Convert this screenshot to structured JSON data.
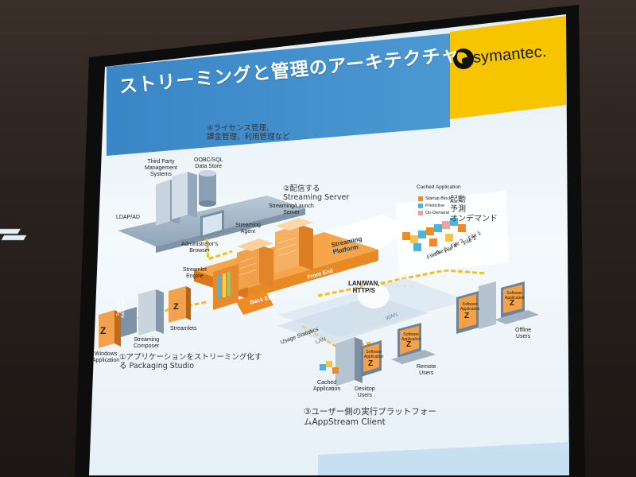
{
  "slide": {
    "title": "ストリーミングと管理のアーキテクチャ",
    "brand": "symantec."
  },
  "notes": {
    "license": [
      "④ライセンス管理、",
      "課金管理、利用管理など"
    ],
    "deliver": [
      "②配信する",
      "Streaming Server"
    ],
    "package": [
      "①アプリケーションをストリーミング化す",
      "る Packaging Studio"
    ],
    "client": [
      "③ユーザー側の実行プラットフォー",
      "ムAppStream Client"
    ],
    "cache": [
      "起動",
      "予測",
      "オンデマンド"
    ]
  },
  "labels": {
    "third_party": [
      "Third Party",
      "Management",
      "Systems"
    ],
    "oodbc": [
      "OOBC/SQL",
      "Data Store"
    ],
    "ldap": "LDAP/AD",
    "admin_browser": [
      "Administrator's",
      "Browser"
    ],
    "streaming_agent": [
      "Streaming",
      "Agent"
    ],
    "streaming_launch": [
      "Streaming/Launch",
      "Server"
    ],
    "streaming_platform": [
      "Streaming",
      "Platform"
    ],
    "streamlet_engine": [
      "Streamlet",
      "Engine"
    ],
    "back_end": "Back End",
    "front_end": "Front End",
    "streamlets": "Streamlets",
    "streaming_composer": [
      "Streaming",
      "Composer"
    ],
    "windows_app": [
      "Windows",
      "Application"
    ],
    "lan_wan": [
      "LAN/WAN,",
      "HTTP/S"
    ],
    "wan": "WAN",
    "lan": "LAN",
    "usage": "Usage Statistics",
    "cached_app": [
      "Cached",
      "Application"
    ],
    "desktop_users": [
      "Desktop",
      "Users"
    ],
    "remote_users": [
      "Remote",
      "Users"
    ],
    "offline_users": [
      "Offline",
      "Users"
    ],
    "cached_application_title": "Cached Application",
    "legend": [
      "Startup Block",
      "Predictive",
      "On-Demand"
    ],
    "files": [
      "File 1",
      "File 2",
      "File 3",
      "File 4",
      "File 5",
      "File 6"
    ],
    "software_application": [
      "Software",
      "Application"
    ],
    "z": "Z"
  },
  "colors": {
    "slide_bg": "#eaf4fb",
    "title_band": "#2f7fc1",
    "brand_yellow": "#f5c400",
    "orange": "#f08a24",
    "grey_blue": "#8aa4bd",
    "room": "#2a211d"
  }
}
